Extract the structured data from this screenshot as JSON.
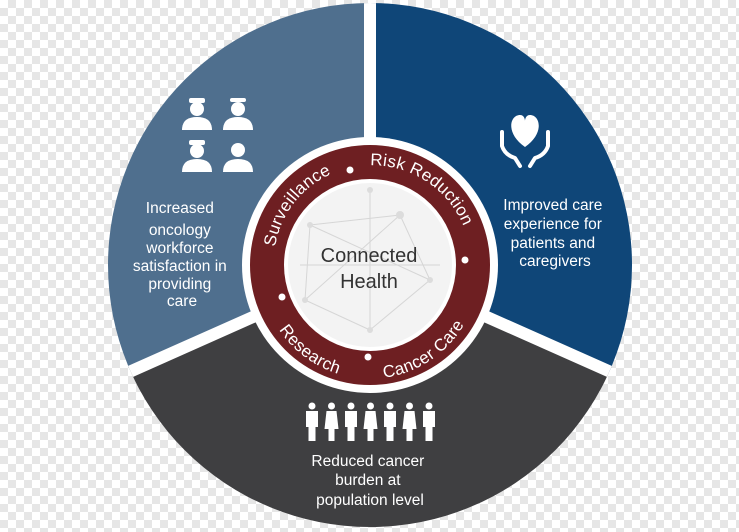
{
  "core": {
    "line1": "Connected",
    "line2": "Health"
  },
  "ring_labels": {
    "top_left": "Surveillance",
    "top_right": "Risk Reduction",
    "bottom_left": "Research",
    "bottom_right": "Cancer Care"
  },
  "segments": {
    "left": {
      "lines": [
        "Increased",
        "oncology",
        "workforce",
        "satisfaction in",
        "providing",
        "care"
      ],
      "icon": "healthcare-workers-icon",
      "color": "#4f6f8e"
    },
    "right": {
      "lines": [
        "Improved care",
        "experience for",
        "patients and",
        "caregivers"
      ],
      "icon": "heart-in-hands-icon",
      "color": "#0f4678"
    },
    "bottom": {
      "lines": [
        "Reduced cancer",
        "burden at",
        "population level"
      ],
      "icon": "population-icon",
      "color": "#3f3f41"
    }
  },
  "colors": {
    "ring": "#6e1f22",
    "ring_outline": "#ffffff",
    "core_fill": "#f3f3f3",
    "divider": "#ffffff"
  }
}
